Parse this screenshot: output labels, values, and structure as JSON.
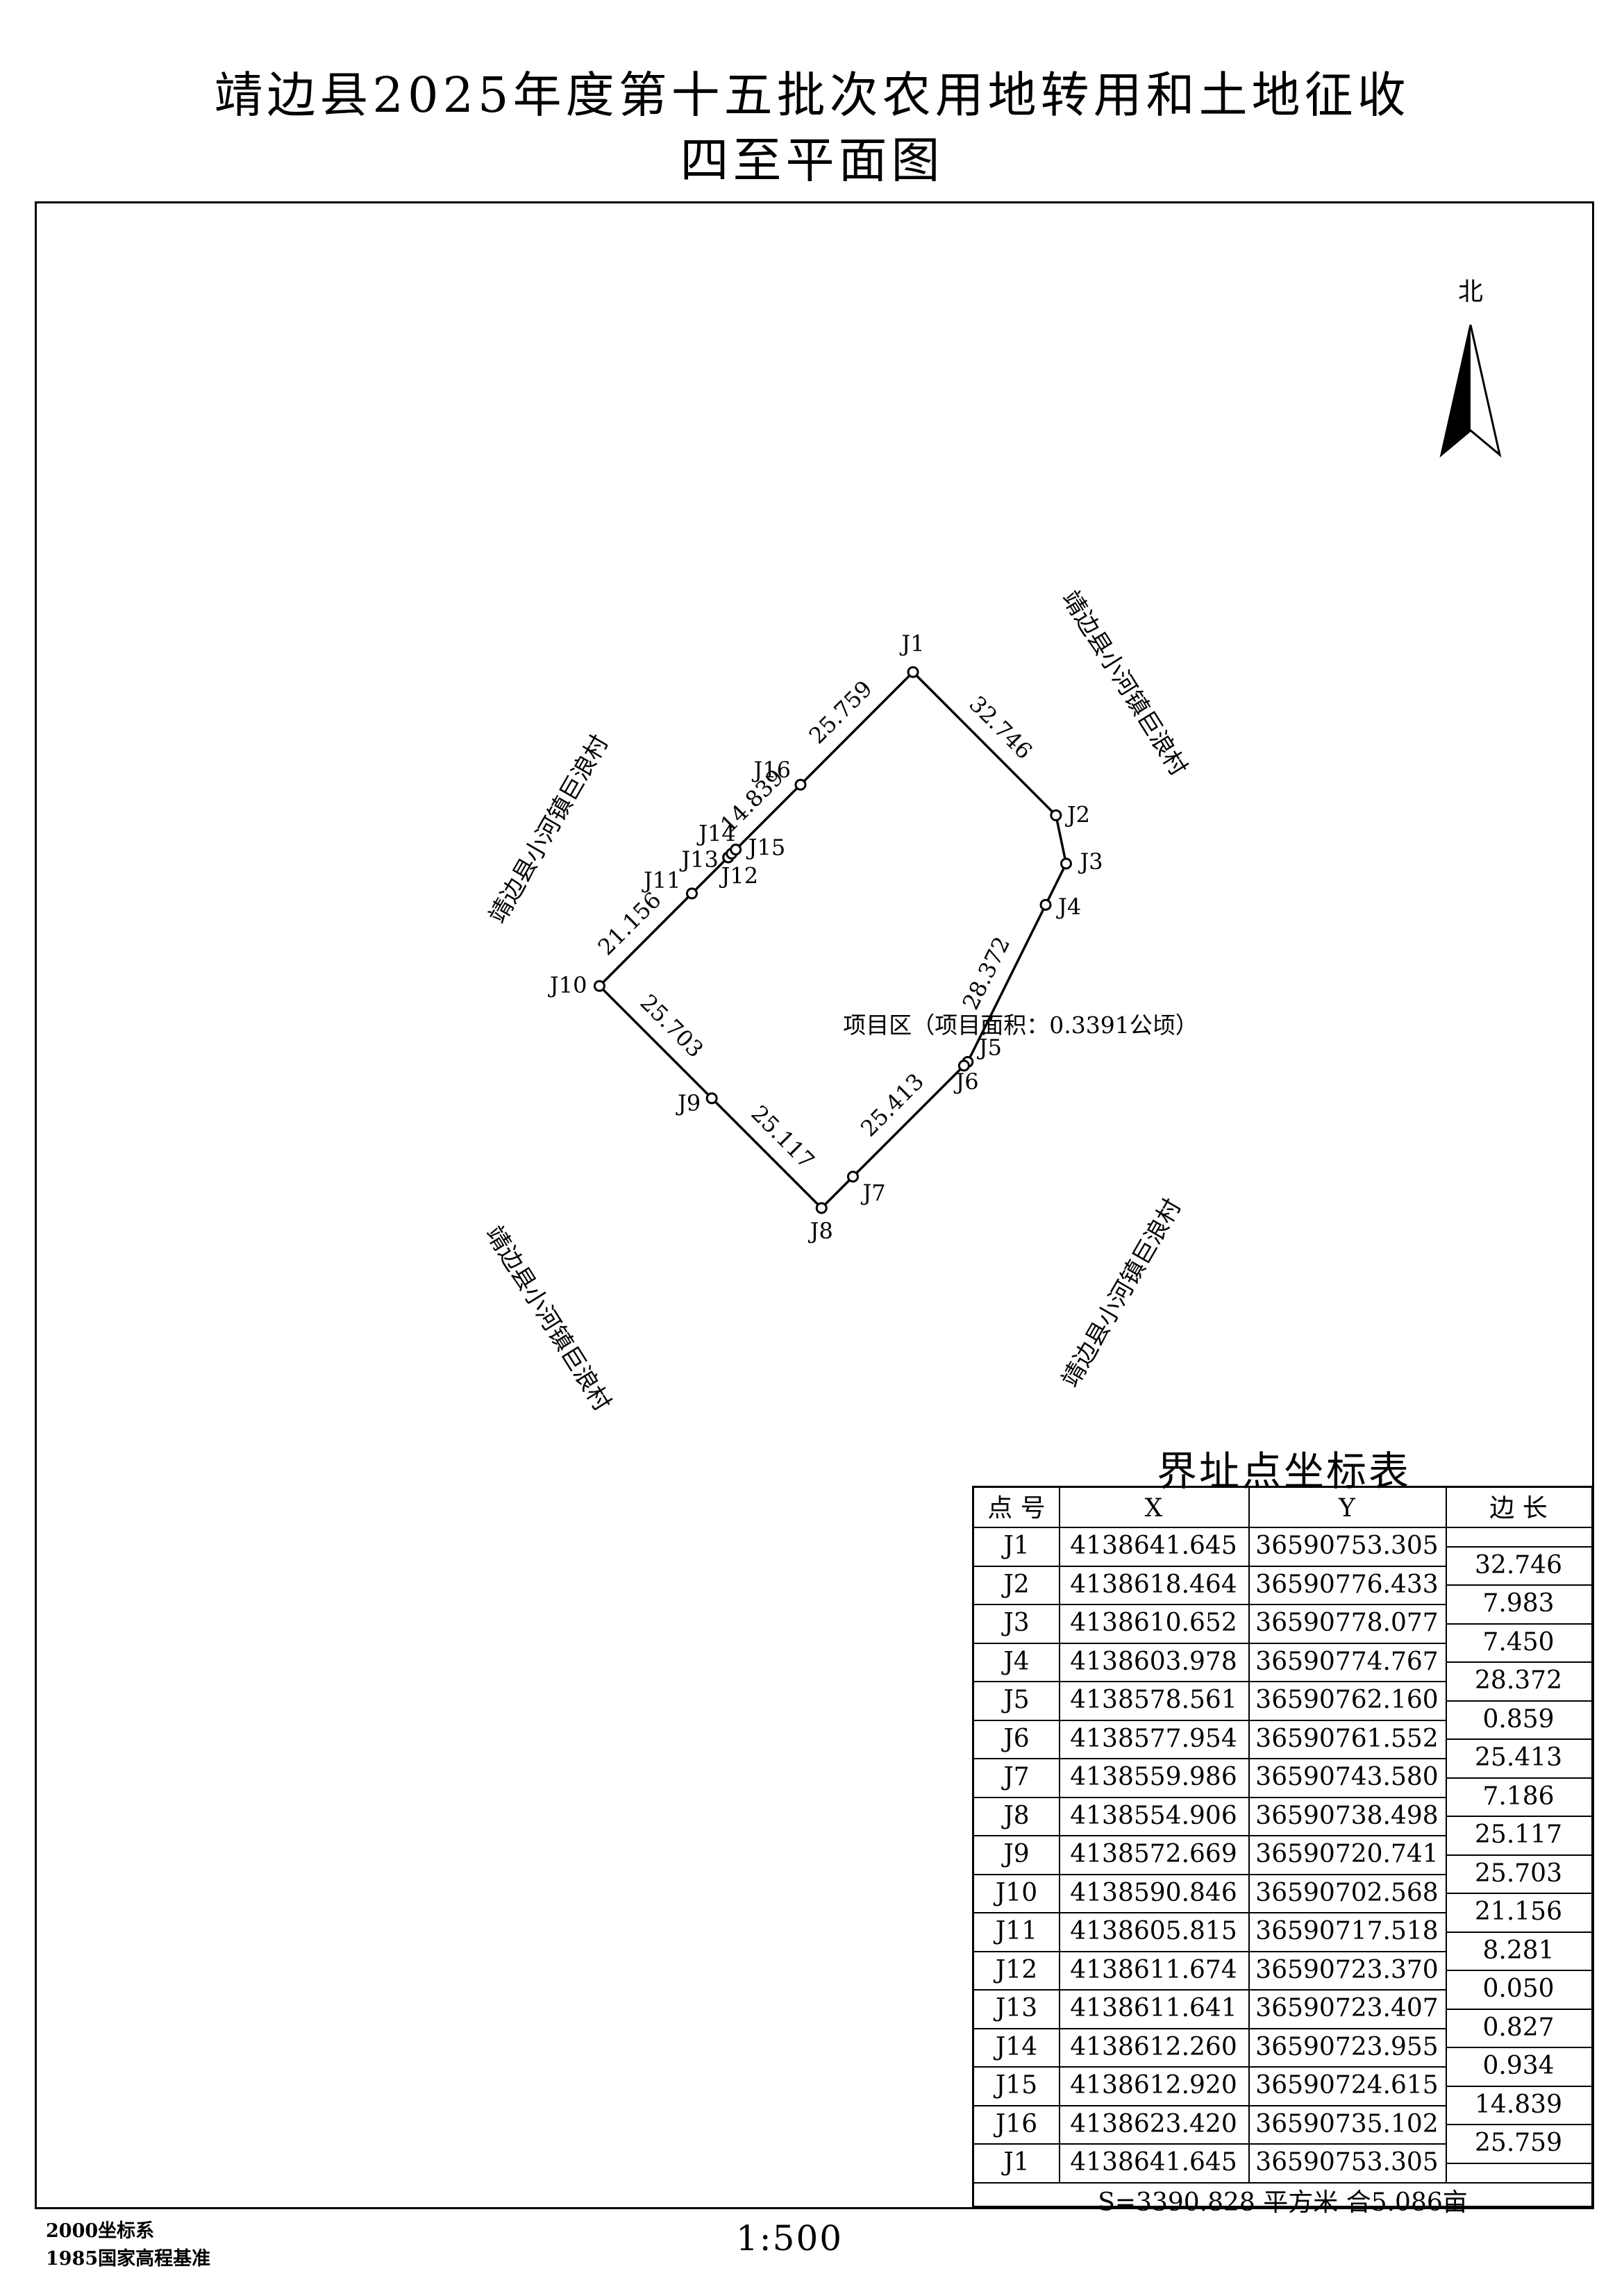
{
  "title_line1": "靖边县2025年度第十五批次农用地转用和土地征收",
  "title_line2": "四至平面图",
  "north_label": "北",
  "parcel_label": "项目区（项目面积：0.3391公顷）",
  "neighbors": [
    "靖边县小河镇巨浪村",
    "靖边县小河镇巨浪村",
    "靖边县小河镇巨浪村",
    "靖边县小河镇巨浪村"
  ],
  "boundary": [
    {
      "id": "J1",
      "x": 4138641.645,
      "y": 36590753.305
    },
    {
      "id": "J2",
      "x": 4138618.464,
      "y": 36590776.433
    },
    {
      "id": "J3",
      "x": 4138610.652,
      "y": 36590778.077
    },
    {
      "id": "J4",
      "x": 4138603.978,
      "y": 36590774.767
    },
    {
      "id": "J5",
      "x": 4138578.561,
      "y": 36590762.16
    },
    {
      "id": "J6",
      "x": 4138577.954,
      "y": 36590761.552
    },
    {
      "id": "J7",
      "x": 4138559.986,
      "y": 36590743.58
    },
    {
      "id": "J8",
      "x": 4138554.906,
      "y": 36590738.498
    },
    {
      "id": "J9",
      "x": 4138572.669,
      "y": 36590720.741
    },
    {
      "id": "J10",
      "x": 4138590.846,
      "y": 36590702.568
    },
    {
      "id": "J11",
      "x": 4138605.815,
      "y": 36590717.518
    },
    {
      "id": "J12",
      "x": 4138611.674,
      "y": 36590723.37
    },
    {
      "id": "J13",
      "x": 4138611.641,
      "y": 36590723.407
    },
    {
      "id": "J14",
      "x": 4138612.26,
      "y": 36590723.955
    },
    {
      "id": "J15",
      "x": 4138612.92,
      "y": 36590724.615
    },
    {
      "id": "J16",
      "x": 4138623.42,
      "y": 36590735.102
    }
  ],
  "edge_labels": [
    {
      "from": "J1",
      "to": "J2",
      "text": "32.746"
    },
    {
      "from": "J4",
      "to": "J5",
      "text": "28.372"
    },
    {
      "from": "J6",
      "to": "J7",
      "text": "25.413"
    },
    {
      "from": "J8",
      "to": "J9",
      "text": "25.117"
    },
    {
      "from": "J9",
      "to": "J10",
      "text": "25.703"
    },
    {
      "from": "J10",
      "to": "J11",
      "text": "21.156"
    },
    {
      "from": "J15",
      "to": "J16",
      "text": "14.839"
    },
    {
      "from": "J16",
      "to": "J1",
      "text": "25.759"
    }
  ],
  "table": {
    "title": "界址点坐标表",
    "headers": [
      "点 号",
      "X",
      "Y",
      "边 长"
    ],
    "rows": [
      {
        "id": "J1",
        "x": "4138641.645",
        "y": "36590753.305"
      },
      {
        "id": "J2",
        "x": "4138618.464",
        "y": "36590776.433"
      },
      {
        "id": "J3",
        "x": "4138610.652",
        "y": "36590778.077"
      },
      {
        "id": "J4",
        "x": "4138603.978",
        "y": "36590774.767"
      },
      {
        "id": "J5",
        "x": "4138578.561",
        "y": "36590762.160"
      },
      {
        "id": "J6",
        "x": "4138577.954",
        "y": "36590761.552"
      },
      {
        "id": "J7",
        "x": "4138559.986",
        "y": "36590743.580"
      },
      {
        "id": "J8",
        "x": "4138554.906",
        "y": "36590738.498"
      },
      {
        "id": "J9",
        "x": "4138572.669",
        "y": "36590720.741"
      },
      {
        "id": "J10",
        "x": "4138590.846",
        "y": "36590702.568"
      },
      {
        "id": "J11",
        "x": "4138605.815",
        "y": "36590717.518"
      },
      {
        "id": "J12",
        "x": "4138611.674",
        "y": "36590723.370"
      },
      {
        "id": "J13",
        "x": "4138611.641",
        "y": "36590723.407"
      },
      {
        "id": "J14",
        "x": "4138612.260",
        "y": "36590723.955"
      },
      {
        "id": "J15",
        "x": "4138612.920",
        "y": "36590724.615"
      },
      {
        "id": "J16",
        "x": "4138623.420",
        "y": "36590735.102"
      },
      {
        "id": "J1",
        "x": "4138641.645",
        "y": "36590753.305"
      }
    ],
    "edge_lengths": [
      "32.746",
      "7.983",
      "7.450",
      "28.372",
      "0.859",
      "25.413",
      "7.186",
      "25.117",
      "25.703",
      "21.156",
      "8.281",
      "0.050",
      "0.827",
      "0.934",
      "14.839",
      "25.759"
    ],
    "footer": "S=3390.828 平方米 合5.086亩"
  },
  "coordinate_system": "2000坐标系",
  "elevation_datum": "1985国家高程基准",
  "scale": "1:500"
}
